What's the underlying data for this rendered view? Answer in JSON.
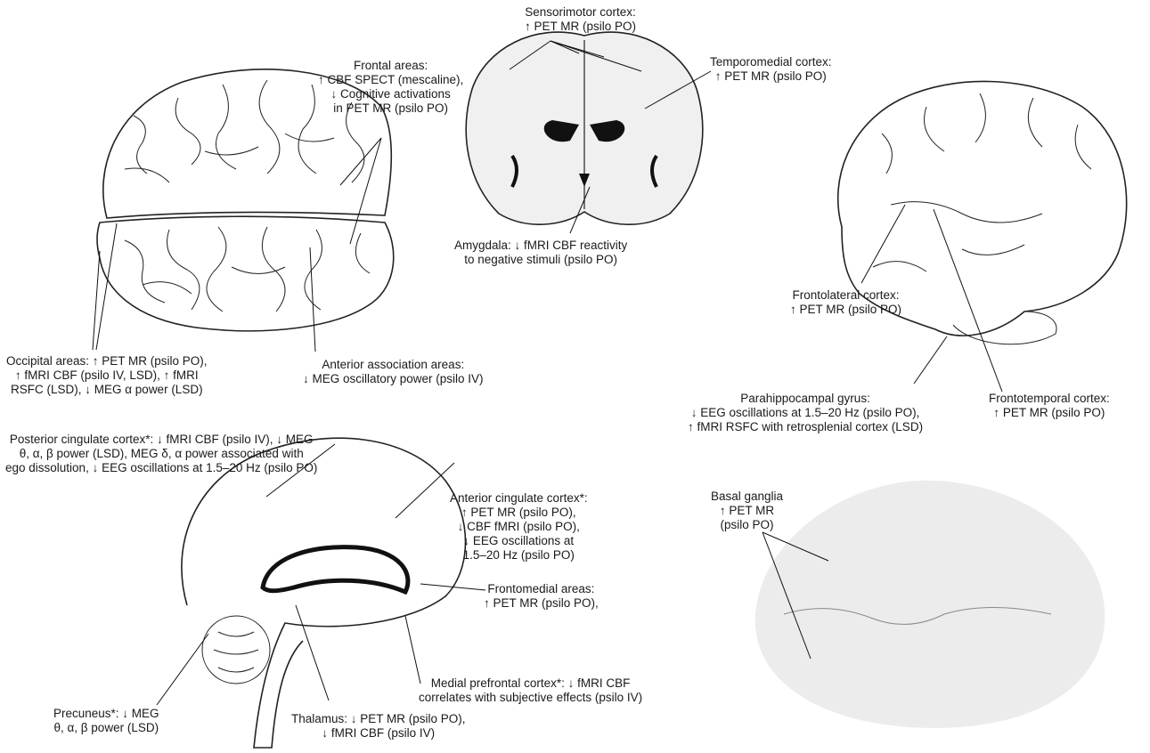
{
  "labels": {
    "sensorimotor": [
      "Sensorimotor cortex:",
      "↑ PET MR (psilo PO)"
    ],
    "frontal": [
      "Frontal areas:",
      "↑ CBF SPECT (mescaline),",
      "↓ Cognitive activations",
      "in PET MR (psilo PO)"
    ],
    "temporomedial": [
      "Temporomedial cortex:",
      "↑ PET MR (psilo PO)"
    ],
    "amygdala": [
      "Amygdala: ↓ fMRI CBF reactivity",
      "to negative stimuli (psilo PO)"
    ],
    "frontolateral": [
      "Frontolateral cortex:",
      "↑ PET MR (psilo PO)"
    ],
    "occipital": [
      "Occipital areas: ↑ PET MR (psilo PO),",
      "↑ fMRI CBF (psilo IV, LSD), ↑ fMRI",
      "RSFC (LSD), ↓ MEG α power (LSD)"
    ],
    "anterior_association": [
      "Anterior association areas:",
      "↓ MEG oscillatory power (psilo IV)"
    ],
    "parahippocampal": [
      "Parahippocampal gyrus:",
      "↓ EEG oscillations at 1.5–20 Hz (psilo PO),",
      "↑ fMRI RSFC with retrosplenial cortex (LSD)"
    ],
    "frontotemporal": [
      "Frontotemporal cortex:",
      "↑ PET MR (psilo PO)"
    ],
    "posterior_cingulate": [
      "Posterior cingulate cortex*: ↓ fMRI CBF (psilo IV), ↓ MEG",
      "θ, α, β power (LSD), MEG δ, α power associated with",
      "ego dissolution, ↓ EEG oscillations at 1.5–20 Hz (psilo PO)"
    ],
    "basal_ganglia": [
      "Basal ganglia",
      "↑ PET MR",
      "(psilo PO)"
    ],
    "anterior_cingulate": [
      "Anterior cingulate cortex*:",
      "↑ PET MR (psilo PO),",
      "↓ CBF fMRI (psilo PO),",
      "↓ EEG oscillations at",
      "1.5–20 Hz (psilo PO)"
    ],
    "frontomedial": [
      "Frontomedial areas:",
      "↑ PET MR (psilo PO),"
    ],
    "medial_prefrontal": [
      "Medial prefrontal cortex*: ↓ fMRI CBF",
      "correlates with subjective effects (psilo IV)"
    ],
    "precuneus": [
      "Precuneus*: ↓ MEG",
      "θ, α, β power (LSD)"
    ],
    "thalamus": [
      "Thalamus: ↓ PET MR (psilo PO),",
      "↓ fMRI CBF (psilo IV)"
    ]
  }
}
